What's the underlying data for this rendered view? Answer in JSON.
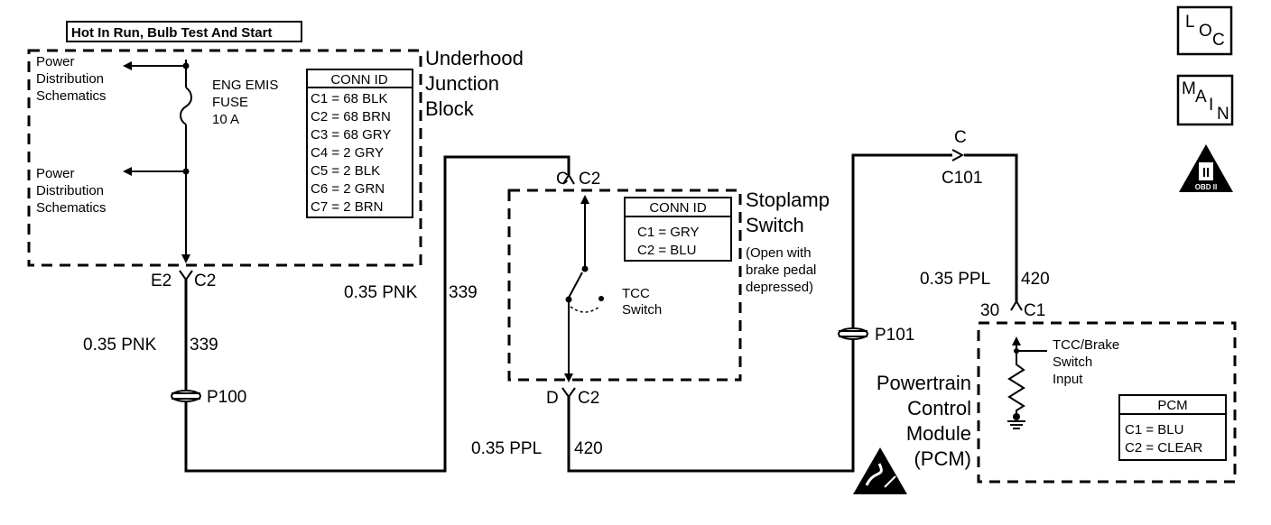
{
  "header": {
    "power_mode": "Hot In Run, Bulb Test And Start"
  },
  "junction_block": {
    "title_l1": "Underhood",
    "title_l2": "Junction",
    "title_l3": "Block",
    "ref_top": [
      "Power",
      "Distribution",
      "Schematics"
    ],
    "ref_bottom": [
      "Power",
      "Distribution",
      "Schematics"
    ],
    "fuse": [
      "ENG EMIS",
      "FUSE",
      "10 A"
    ],
    "conn_title": "CONN ID",
    "conn_rows": [
      "C1 = 68 BLK",
      "C2 = 68 BRN",
      "C3 = 68 GRY",
      "C4 = 2 GRY",
      "C5 = 2 BLK",
      "C6 = 2 GRN",
      "C7 = 2 BRN"
    ]
  },
  "connectors": {
    "e2": "E2",
    "e2_c": "C2",
    "c_top": "C",
    "c_top_c": "C2",
    "d": "D",
    "d_c": "C2",
    "c101_pin": "C",
    "c101": "C101",
    "pcm_pin": "30",
    "pcm_c": "C1"
  },
  "wires": {
    "w1_size": "0.35 PNK",
    "w1_circ": "339",
    "w2_size": "0.35 PNK",
    "w2_circ": "339",
    "w3_size": "0.35 PPL",
    "w3_circ": "420",
    "w4_size": "0.35 PPL",
    "w4_circ": "420"
  },
  "splices": {
    "p100": "P100",
    "p101": "P101"
  },
  "stoplamp": {
    "title_l1": "Stoplamp",
    "title_l2": "Switch",
    "note": [
      "(Open with",
      "brake pedal",
      "depressed)"
    ],
    "switch": [
      "TCC",
      "Switch"
    ],
    "conn_title": "CONN ID",
    "conn_rows": [
      "C1 = GRY",
      "C2 = BLU"
    ]
  },
  "pcm": {
    "title": [
      "Powertrain",
      "Control",
      "Module",
      "(PCM)"
    ],
    "input": [
      "TCC/Brake",
      "Switch",
      "Input"
    ],
    "conn_title": "PCM",
    "conn_rows": [
      "C1 = BLU",
      "C2 = CLEAR"
    ]
  },
  "icons": {
    "loc": [
      "L",
      "O",
      "C"
    ],
    "main": [
      "M",
      "A",
      "I",
      "N"
    ],
    "obd_numeral": "II",
    "obd": "OBD II"
  }
}
